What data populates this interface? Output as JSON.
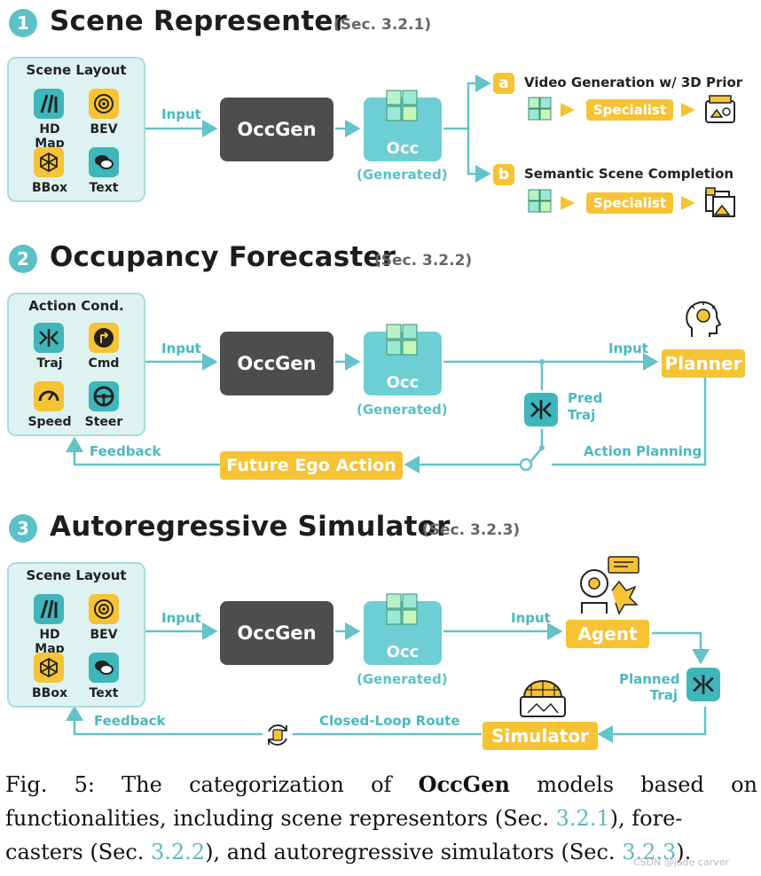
{
  "sections": [
    {
      "num": "1",
      "title": "Scene Representer",
      "ref": "(Sec. 3.2.1)"
    },
    {
      "num": "2",
      "title": "Occupancy Forecaster",
      "ref": "(Sec. 3.2.2)"
    },
    {
      "num": "3",
      "title": "Autoregressive Simulator",
      "ref": "(Sec. 3.2.3)"
    }
  ],
  "scene_layout": {
    "title": "Scene Layout",
    "items": [
      "HD Map",
      "BEV",
      "BBox",
      "Text"
    ]
  },
  "action_cond": {
    "title": "Action Cond.",
    "items": [
      "Traj",
      "Cmd",
      "Speed",
      "Steer"
    ]
  },
  "common": {
    "input": "Input",
    "occgen": "OccGen",
    "occ": "Occ",
    "generated": "(Generated)",
    "specialist": "Specialist",
    "feedback": "Feedback"
  },
  "sec1": {
    "task_a_letter": "a",
    "task_a": "Video Generation w/ 3D Prior",
    "task_b_letter": "b",
    "task_b": "Semantic Scene Completion"
  },
  "sec2": {
    "planner": "Planner",
    "pred_traj_1": "Pred",
    "pred_traj_2": "Traj",
    "action_planning": "Action Planning",
    "future_ego": "Future Ego Action"
  },
  "sec3": {
    "agent": "Agent",
    "planned_traj_1": "Planned",
    "planned_traj_2": "Traj",
    "simulator": "Simulator",
    "closed_loop": "Closed-Loop Route"
  },
  "caption": {
    "prefix": "Fig. 5: The categorization of ",
    "bold": "OccGen",
    "line1_rest": " models based on",
    "line2_a": "functionalities, including scene representors (Sec. ",
    "ref1": "3.2.1",
    "line2_b": "), fore-",
    "line3_a": "casters (Sec. ",
    "ref2": "3.2.2",
    "line3_b": "), and autoregressive simulators (Sec. ",
    "ref3": "3.2.3",
    "line3_c": ")."
  },
  "watermark": "CSDN @jade carver",
  "colors": {
    "teal": "#5bc2c7",
    "yellow": "#f6c335",
    "dark": "#4d4d4d",
    "panel": "#dff2f2"
  }
}
